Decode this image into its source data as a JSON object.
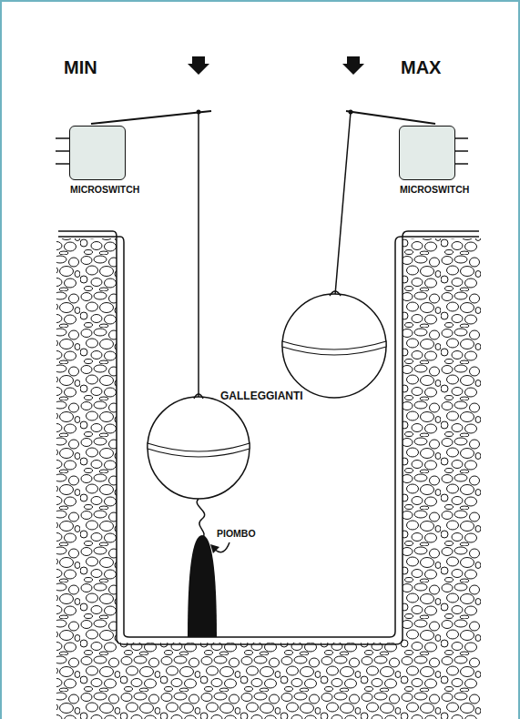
{
  "diagram": {
    "nodes": [
      {
        "text": [
          "MICROSWITCH"
        ]
      },
      {
        "text": [
          "MICROSWITCH"
        ]
      }
    ],
    "labels": [
      "MIN",
      "MAX",
      "GALLEGGIANTI",
      "PIOMBO"
    ]
  }
}
